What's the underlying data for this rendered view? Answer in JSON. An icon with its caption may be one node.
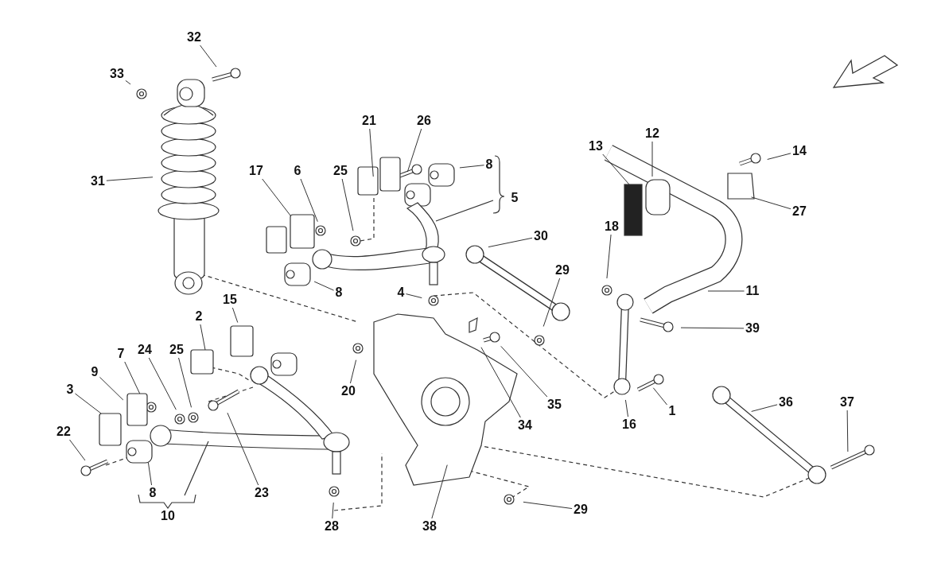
{
  "diagram": {
    "nodes": [
      {
        "text": [
          "32"
        ]
      },
      {
        "text": [
          "33"
        ]
      },
      {
        "text": [
          "21"
        ]
      },
      {
        "text": [
          "26"
        ]
      },
      {
        "text": [
          "13"
        ]
      },
      {
        "text": [
          "12"
        ]
      },
      {
        "text": [
          "14"
        ]
      },
      {
        "text": [
          "17"
        ]
      },
      {
        "text": [
          "6"
        ]
      },
      {
        "text": [
          "25"
        ]
      },
      {
        "text": [
          "8"
        ]
      },
      {
        "text": [
          "5"
        ]
      },
      {
        "text": [
          "31"
        ]
      },
      {
        "text": [
          "27"
        ]
      },
      {
        "text": [
          "18"
        ]
      },
      {
        "text": [
          "30"
        ]
      },
      {
        "text": [
          "29"
        ]
      },
      {
        "text": [
          "8"
        ]
      },
      {
        "text": [
          "4"
        ]
      },
      {
        "text": [
          "11"
        ]
      },
      {
        "text": [
          "15"
        ]
      },
      {
        "text": [
          "2"
        ]
      },
      {
        "text": [
          "39"
        ]
      },
      {
        "text": [
          "24"
        ]
      },
      {
        "text": [
          "25"
        ]
      },
      {
        "text": [
          "7"
        ]
      },
      {
        "text": [
          "9"
        ]
      },
      {
        "text": [
          "20"
        ]
      },
      {
        "text": [
          "3"
        ]
      },
      {
        "text": [
          "35"
        ]
      },
      {
        "text": [
          "36"
        ]
      },
      {
        "text": [
          "37"
        ]
      },
      {
        "text": [
          "1"
        ]
      },
      {
        "text": [
          "16"
        ]
      },
      {
        "text": [
          "34"
        ]
      },
      {
        "text": [
          "22"
        ]
      },
      {
        "text": [
          "23"
        ]
      },
      {
        "text": [
          "8"
        ]
      },
      {
        "text": [
          "10"
        ]
      },
      {
        "text": [
          "28"
        ]
      },
      {
        "text": [
          "29"
        ]
      },
      {
        "text": [
          "38"
        ]
      }
    ],
    "edges": [
      {
        "from": 0,
        "to": null,
        "arrow": "none"
      },
      {
        "from": 1,
        "to": null,
        "arrow": "none"
      },
      {
        "from": 2,
        "to": null,
        "arrow": "none"
      },
      {
        "from": 3,
        "to": null,
        "arrow": "none"
      },
      {
        "from": 4,
        "to": null,
        "arrow": "none"
      },
      {
        "from": 5,
        "to": null,
        "arrow": "none"
      },
      {
        "from": 6,
        "to": null,
        "arrow": "none"
      },
      {
        "from": 7,
        "to": null,
        "arrow": "none"
      },
      {
        "from": 8,
        "to": null,
        "arrow": "none"
      },
      {
        "from": 9,
        "to": null,
        "arrow": "none"
      },
      {
        "from": 10,
        "to": null,
        "arrow": "none"
      },
      {
        "from": 12,
        "to": null,
        "arrow": "none"
      },
      {
        "from": 13,
        "to": null,
        "arrow": "none"
      },
      {
        "from": 14,
        "to": null,
        "arrow": "none"
      },
      {
        "from": 15,
        "to": null,
        "arrow": "none"
      },
      {
        "from": 16,
        "to": null,
        "arrow": "none"
      },
      {
        "from": 17,
        "to": null,
        "arrow": "none"
      },
      {
        "from": 18,
        "to": null,
        "arrow": "none"
      },
      {
        "from": 19,
        "to": null,
        "arrow": "none"
      },
      {
        "from": 20,
        "to": null,
        "arrow": "none"
      },
      {
        "from": 21,
        "to": null,
        "arrow": "none"
      },
      {
        "from": 22,
        "to": null,
        "arrow": "none"
      },
      {
        "from": 23,
        "to": null,
        "arrow": "none"
      },
      {
        "from": 24,
        "to": null,
        "arrow": "none"
      },
      {
        "from": 25,
        "to": null,
        "arrow": "none"
      },
      {
        "from": 26,
        "to": null,
        "arrow": "none"
      },
      {
        "from": 27,
        "to": null,
        "arrow": "none"
      },
      {
        "from": 28,
        "to": null,
        "arrow": "none"
      },
      {
        "from": 29,
        "to": null,
        "arrow": "none"
      },
      {
        "from": 30,
        "to": null,
        "arrow": "none"
      },
      {
        "from": 31,
        "to": null,
        "arrow": "none"
      },
      {
        "from": 32,
        "to": null,
        "arrow": "none"
      },
      {
        "from": 33,
        "to": null,
        "arrow": "none"
      },
      {
        "from": 34,
        "to": null,
        "arrow": "none"
      },
      {
        "from": 35,
        "to": null,
        "arrow": "none"
      },
      {
        "from": 36,
        "to": null,
        "arrow": "none"
      },
      {
        "from": 37,
        "to": null,
        "arrow": "none"
      },
      {
        "from": 39,
        "to": null,
        "arrow": "none"
      },
      {
        "from": 40,
        "to": null,
        "arrow": "none"
      },
      {
        "from": 41,
        "to": null,
        "arrow": "none"
      }
    ]
  }
}
